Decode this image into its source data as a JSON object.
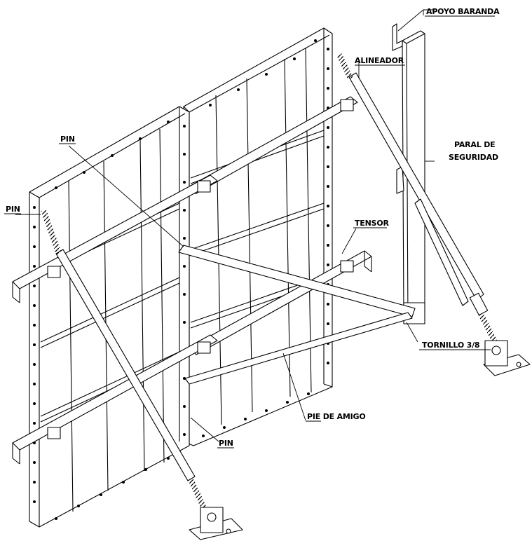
{
  "labels": {
    "apoyo_baranda": "APOYO BARANDA",
    "alineador": "ALINEADOR",
    "paral_1": "PARAL DE",
    "paral_2": "SEGURIDAD",
    "pin_left": "PIN",
    "pin_top": "PIN",
    "tensor": "TENSOR",
    "tornillo": "TORNILLO 3/8",
    "pie_de_amigo": "PIE DE AMIGO",
    "pin_bottom": "PIN"
  },
  "colors": {
    "line": "#000000",
    "background": "#ffffff"
  }
}
